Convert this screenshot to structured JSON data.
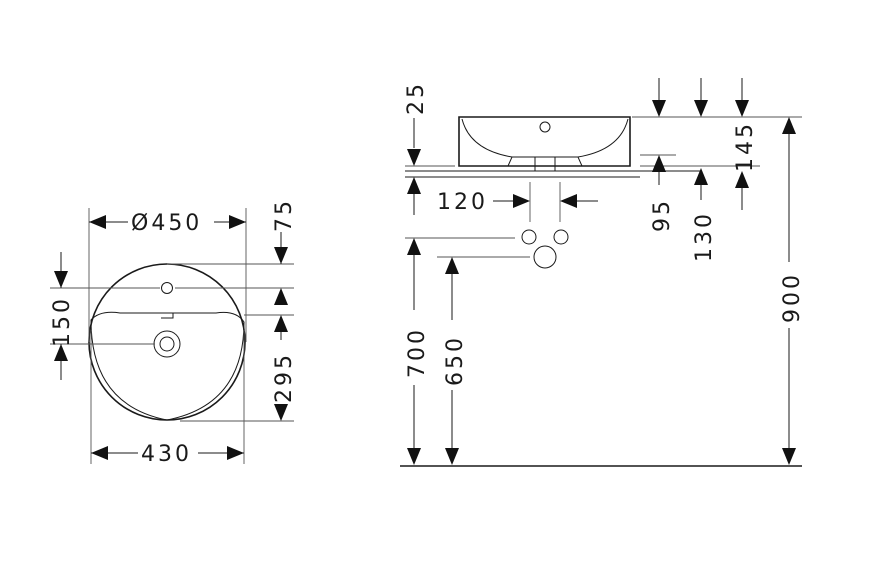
{
  "top_view": {
    "diameter_label": "Ø450",
    "bottom_width": "430",
    "top_offset": "75",
    "tap_offset": "150",
    "depth": "295"
  },
  "side_view": {
    "rim_top": "25",
    "basin_height": "145",
    "drain_width": "120",
    "drain_offset_a": "95",
    "drain_offset_b": "130",
    "height_a": "700",
    "height_b": "650",
    "total_height": "900"
  },
  "colors": {
    "line": "#1a1a1a",
    "background": "#ffffff"
  }
}
